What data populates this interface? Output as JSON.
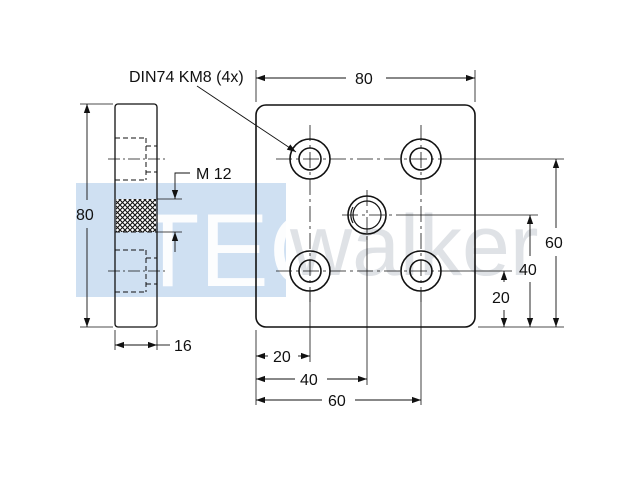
{
  "drawing": {
    "callout_label": "DIN74 KM8 (4x)",
    "thread_label": "M 12",
    "side_height": "80",
    "side_thickness": "16",
    "top_width": "80",
    "right_60": "60",
    "right_40": "40",
    "right_20": "20",
    "bottom_20": "20",
    "bottom_40": "40",
    "bottom_60": "60"
  },
  "watermark": {
    "brand_left": "TEC",
    "brand_right": "walker",
    "color_block": "#cfe0f2",
    "color_text": "#dfe2e6"
  },
  "colors": {
    "line": "#111111",
    "background": "#ffffff"
  }
}
